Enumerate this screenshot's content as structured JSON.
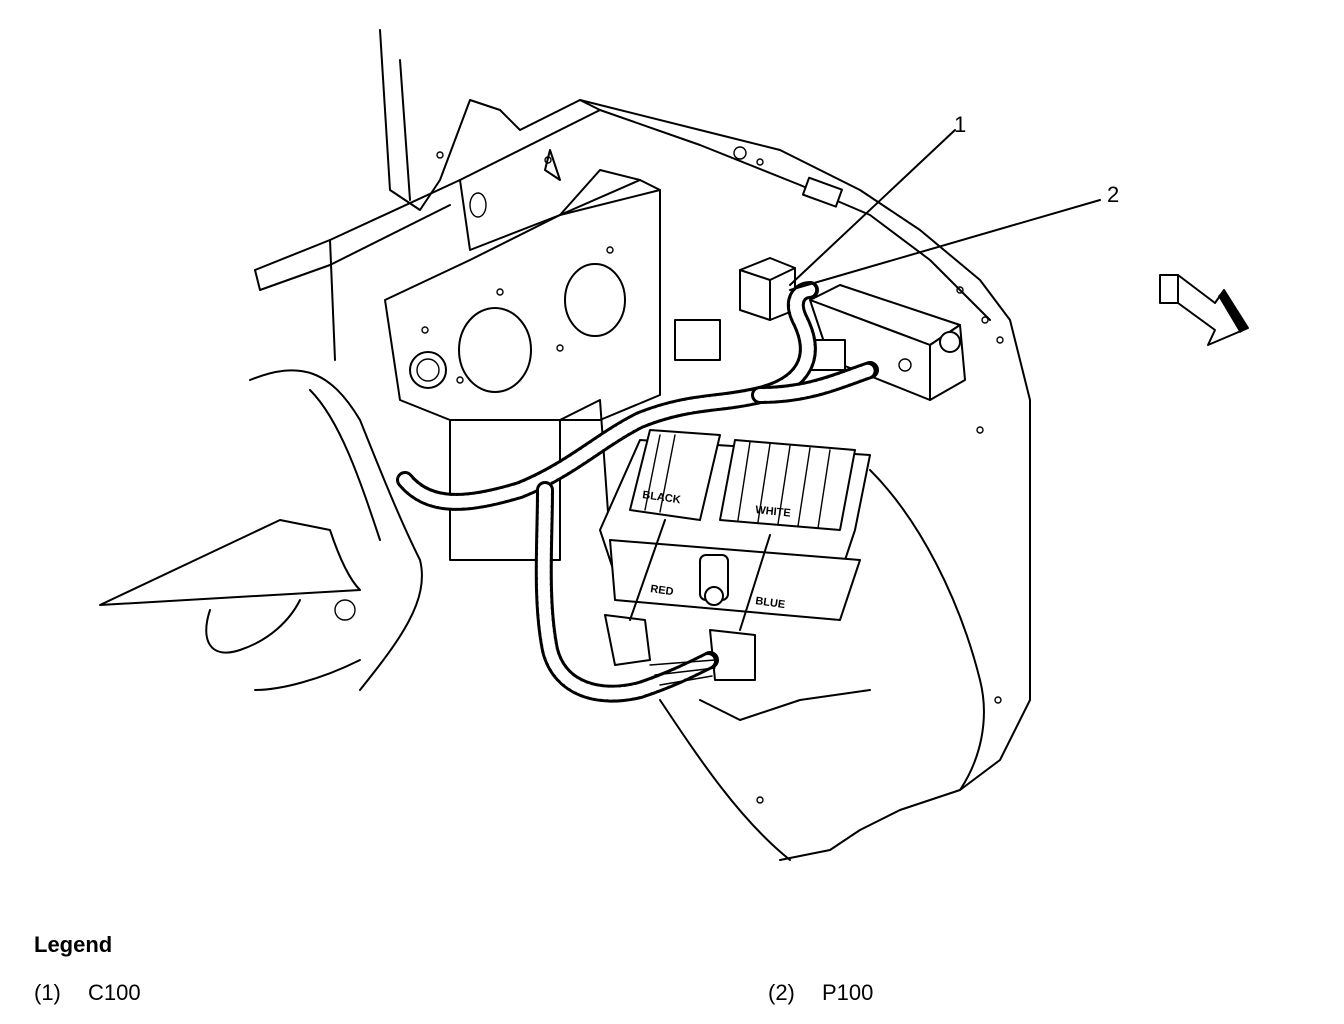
{
  "callouts": [
    {
      "number": "1"
    },
    {
      "number": "2"
    }
  ],
  "module_labels": {
    "black": "BLACK",
    "white": "WHITE",
    "red": "RED",
    "blue": "BLUE"
  },
  "legend": {
    "title": "Legend",
    "items": [
      {
        "number": "(1)",
        "label": "C100"
      },
      {
        "number": "(2)",
        "label": "P100"
      }
    ]
  },
  "icons": [
    "direction-arrow-icon"
  ]
}
